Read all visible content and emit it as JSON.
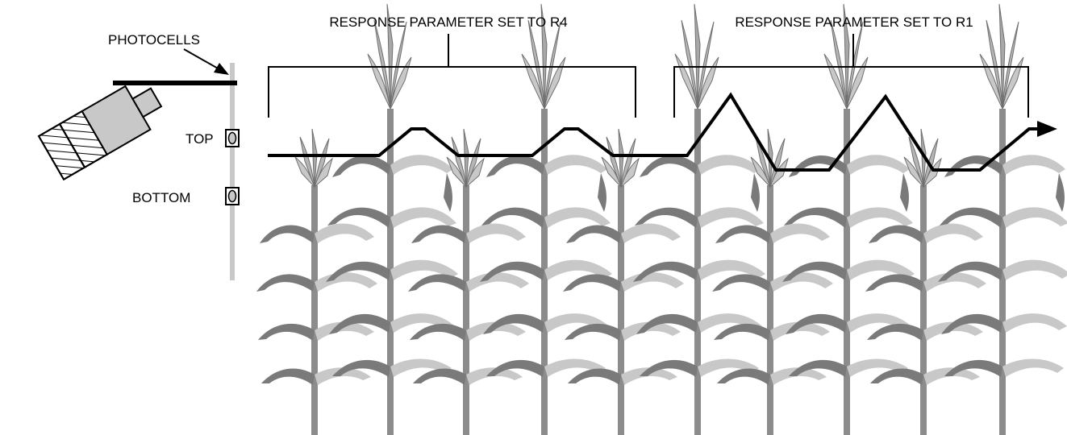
{
  "labels": {
    "photocells": "PHOTOCELLS",
    "top": "TOP",
    "bottom": "BOTTOM",
    "response_r4": "RESPONSE PARAMETER SET TO R4",
    "response_r1": "RESPONSE PARAMETER SET TO R1"
  },
  "colors": {
    "ink": "#000000",
    "stalk": "#8c8c8c",
    "leaf_light": "#c8c8c8",
    "leaf_dark": "#7a7a7a",
    "sensor_body": "#c8c8c8",
    "mast": "#c8c8c8"
  }
}
